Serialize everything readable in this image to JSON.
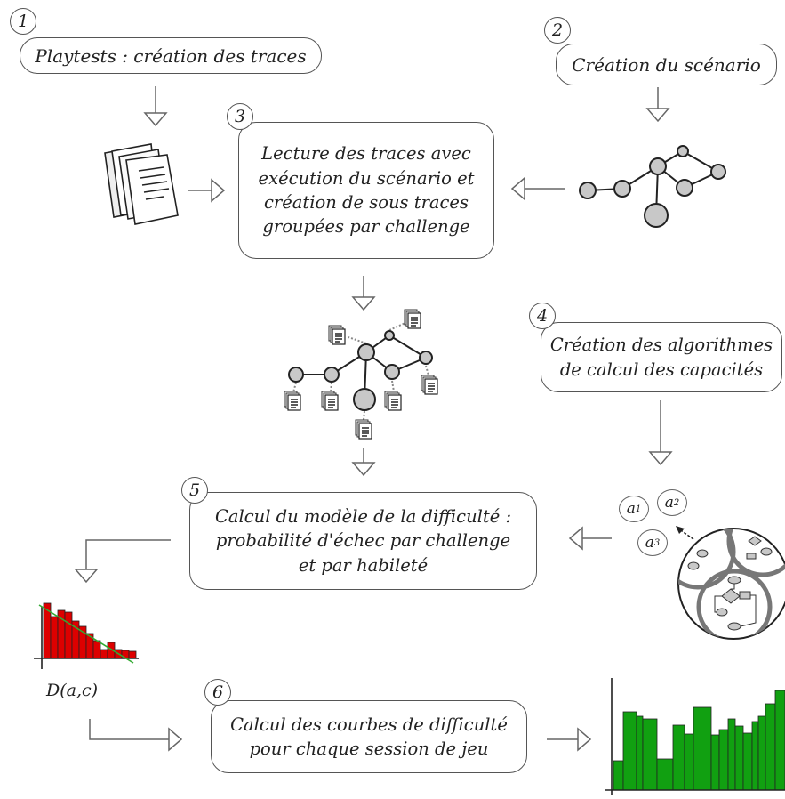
{
  "steps": [
    {
      "number": "1",
      "lines": [
        "Playtests : création des traces"
      ]
    },
    {
      "number": "2",
      "lines": [
        "Création du scénario"
      ]
    },
    {
      "number": "3",
      "lines": [
        "Lecture des traces avec",
        "exécution du scénario et",
        "création de sous traces",
        "groupées par challenge"
      ]
    },
    {
      "number": "4",
      "lines": [
        "Création des algorithmes",
        "de calcul des capacités"
      ]
    },
    {
      "number": "5",
      "lines": [
        "Calcul du modèle de la difficulté :",
        "probabilité d'échec par challenge",
        "et par habileté"
      ]
    },
    {
      "number": "6",
      "lines": [
        "Calcul des courbes de difficulté",
        "pour chaque session de jeu"
      ]
    }
  ],
  "histogram_label": "D(a,c)",
  "abilities": [
    {
      "letter": "a",
      "sub": "1"
    },
    {
      "letter": "a",
      "sub": "2"
    },
    {
      "letter": "a",
      "sub": "3"
    }
  ],
  "colors": {
    "histogram_bars": "#dd0000",
    "trend_line": "#33aa33",
    "difficulty_bars": "#11a011",
    "nodes": "#c8c8c8",
    "arrows": "#666666"
  },
  "icons": [
    "document-stack-icon",
    "scenario-graph-icon",
    "annotated-graph-icon",
    "algorithm-lens-icon",
    "arrow-icon"
  ]
}
